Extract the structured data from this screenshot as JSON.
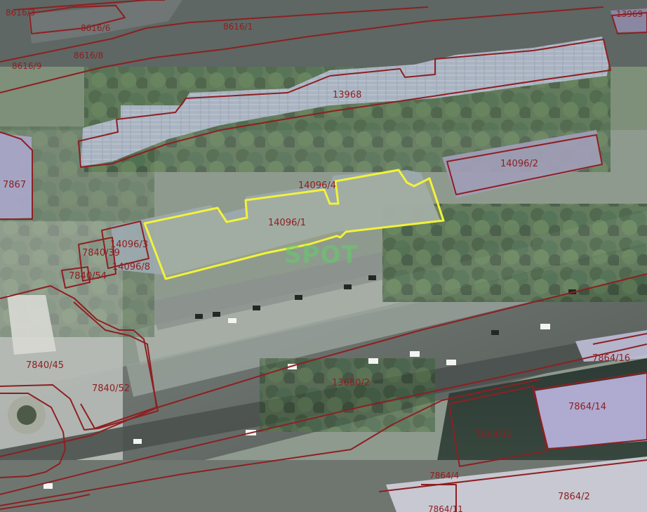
{
  "map": {
    "parcels": {
      "p1": "8616/3",
      "p2": "8616/6",
      "p3": "8616/8",
      "p4": "8616/9",
      "p5": "8616/1",
      "p6": "13969",
      "p7": "13968",
      "p8": "7867",
      "p9": "14096/2",
      "p10": "14096/1",
      "p11": "14096/4",
      "p12": "14096/3",
      "p13": "7840/39",
      "p14": "14096/8",
      "p15": "7840/54",
      "p16": "7840/45",
      "p17": "7840/52",
      "p18": "13680/2",
      "p19": "7864/16",
      "p20": "7864/14",
      "p21": "7864/12",
      "p22": "7864/2",
      "p23": "7864/11",
      "p24": "7864/4"
    },
    "watermark": "SPOT",
    "colors": {
      "parcel_boundary": "#8e1f22",
      "selected_parcel": "#f2f23a",
      "watermark": "#60cd67"
    }
  }
}
